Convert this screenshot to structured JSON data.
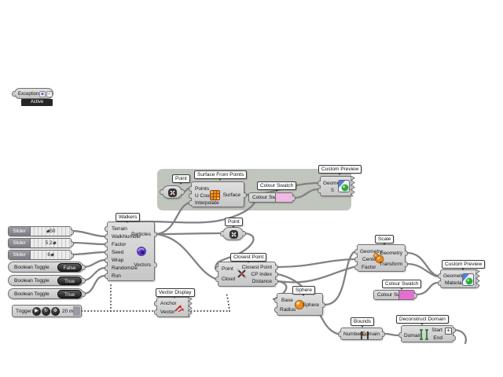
{
  "canvas": {
    "background": "#ffffff",
    "wire_color": "#828282"
  },
  "exceptions": {
    "label": "Exceptions",
    "state": "Active",
    "buttons": [
      "◆",
      "✓"
    ]
  },
  "sliders": [
    {
      "label": "Slider",
      "value": "50",
      "knob": "◆"
    },
    {
      "label": "Slider",
      "value": "5.2",
      "knob": "◆"
    },
    {
      "label": "Slider",
      "value": "6",
      "knob": "◆"
    }
  ],
  "toggles": [
    {
      "label": "Boolean Toggle",
      "value": "False"
    },
    {
      "label": "Boolean Toggle",
      "value": "True"
    },
    {
      "label": "Boolean Toggle",
      "value": "True"
    }
  ],
  "trigger": {
    "label": "Trigger",
    "interval": "20 ms",
    "buttons": [
      "▶",
      "↻",
      "⚙"
    ]
  },
  "walkers": {
    "title": "Walkers",
    "inputs": [
      "Terrain",
      "WalkNumber",
      "Factor",
      "Seed",
      "Wrap",
      "Randomize",
      "Run"
    ],
    "outputs": [
      "Particles",
      "Vectors"
    ]
  },
  "group": {
    "point_param": {
      "title": "Point"
    },
    "surface_from_points": {
      "title": "Surface From Points",
      "inputs": [
        "Points",
        "U Count",
        "Interpolate"
      ],
      "outputs": [
        "Surface"
      ]
    },
    "colour_swatch": {
      "title": "Colour Swatch",
      "color": "#f0b9e4"
    },
    "custom_preview": {
      "title": "Custom Preview",
      "inputs": [
        "Geometry",
        "S"
      ]
    }
  },
  "point_param2": {
    "title": "Point"
  },
  "closest_point": {
    "title": "Closest Point",
    "inputs": [
      "Point",
      "Cloud"
    ],
    "outputs": [
      "Closest Point",
      "CP Index",
      "Distance"
    ]
  },
  "scale": {
    "title": "Scale",
    "inputs": [
      "Geometry",
      "Center",
      "Factor"
    ],
    "outputs": [
      "Geometry",
      "Transform"
    ]
  },
  "custom_preview_right": {
    "title": "Custom Preview",
    "inputs": [
      "Geometry",
      "Material"
    ]
  },
  "colour_swatch_right": {
    "title": "Colour Swatch",
    "color": "#e36fd1"
  },
  "sphere": {
    "title": "Sphere",
    "inputs": [
      "Base",
      "Radius"
    ],
    "outputs": [
      "Sphere"
    ]
  },
  "bounds": {
    "title": "Bounds",
    "inputs": [
      "Numbers"
    ],
    "outputs": [
      "Domain"
    ]
  },
  "deconstruct_domain": {
    "title": "Deconstruct Domain",
    "inputs": [
      "Domain"
    ],
    "outputs": [
      "Start",
      "End"
    ],
    "expand_button": "+"
  },
  "vector_display": {
    "title": "Vector Display",
    "inputs": [
      "Anchor",
      "Vector"
    ]
  }
}
